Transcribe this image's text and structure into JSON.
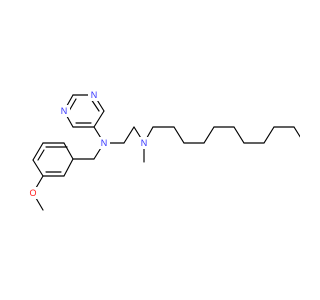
{
  "molecule": {
    "atoms": {
      "n_pyr_1": {
        "symbol": "N"
      },
      "n_pyr_2": {
        "symbol": "N"
      },
      "n_amine_1": {
        "symbol": "N"
      },
      "n_amine_2": {
        "symbol": "N"
      },
      "o_methoxy": {
        "symbol": "O"
      }
    }
  },
  "colors": {
    "nitrogen": "#3333ff",
    "oxygen": "#ff2020",
    "bond": "#000000",
    "background": "#ffffff"
  }
}
